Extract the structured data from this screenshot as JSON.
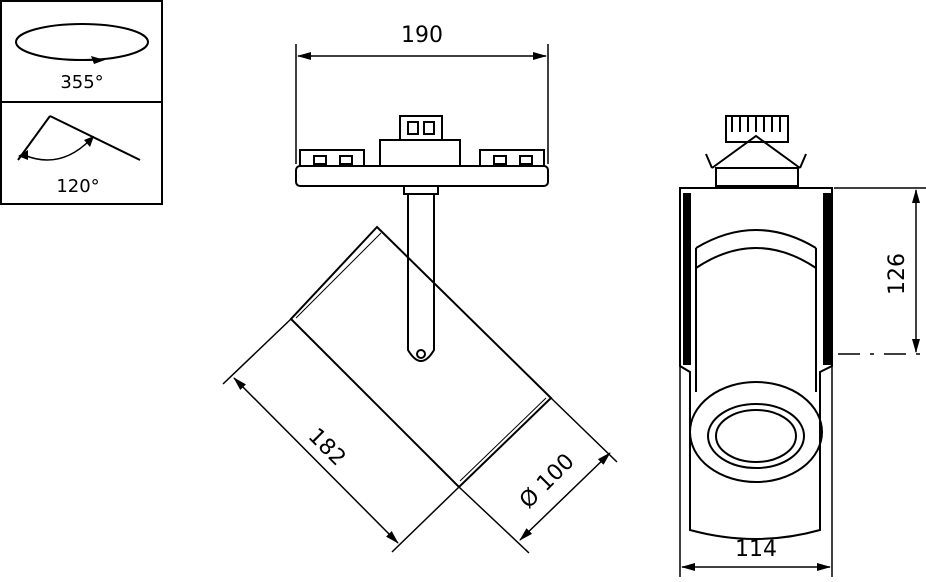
{
  "legend_box": {
    "rotation_label": "355°",
    "tilt_label": "120°"
  },
  "dimensions": {
    "width_top": "190",
    "length_body": "182",
    "diameter": "Ø 100",
    "height_side": "126",
    "width_side": "114"
  },
  "icons": [
    "rotation-icon",
    "tilt-icon"
  ]
}
